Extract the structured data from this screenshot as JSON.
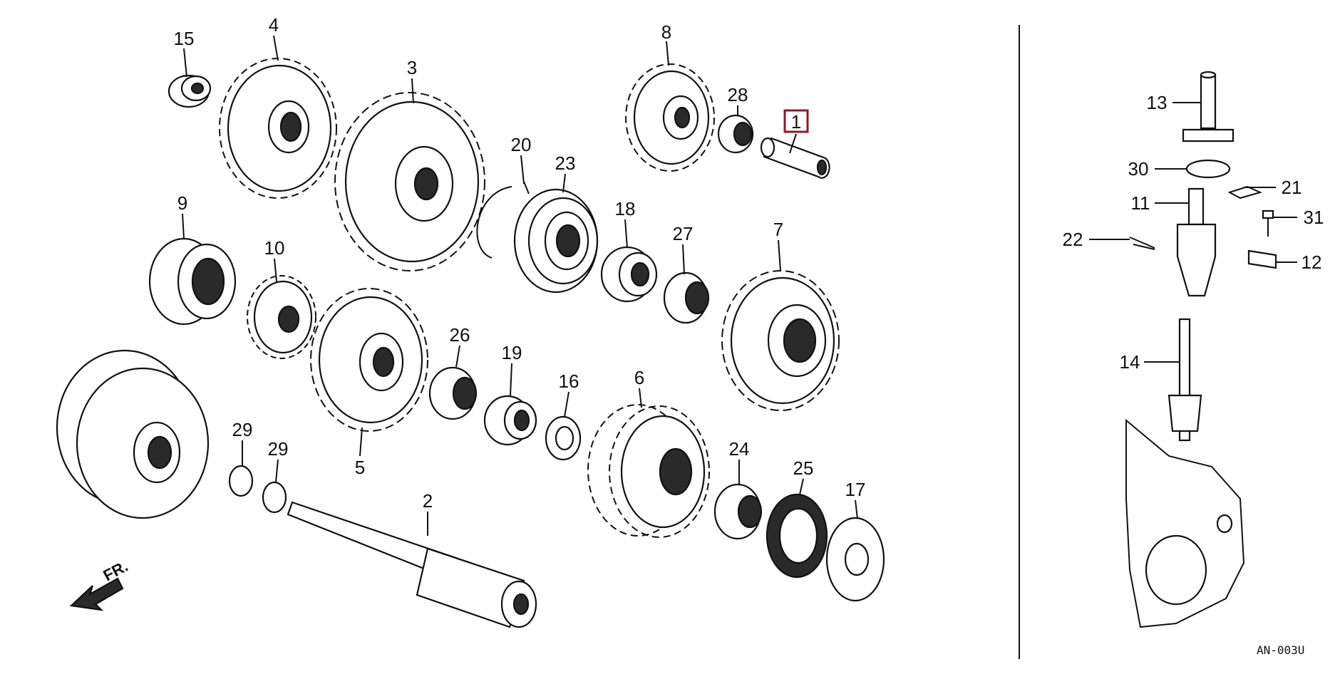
{
  "diagram": {
    "callouts": [
      {
        "id": "c1",
        "label": "1",
        "highlighted": true
      },
      {
        "id": "c2",
        "label": "2"
      },
      {
        "id": "c3",
        "label": "3"
      },
      {
        "id": "c4",
        "label": "4"
      },
      {
        "id": "c5",
        "label": "5"
      },
      {
        "id": "c6",
        "label": "6"
      },
      {
        "id": "c7",
        "label": "7"
      },
      {
        "id": "c8",
        "label": "8"
      },
      {
        "id": "c9",
        "label": "9"
      },
      {
        "id": "c10",
        "label": "10"
      },
      {
        "id": "c11",
        "label": "11"
      },
      {
        "id": "c12",
        "label": "12"
      },
      {
        "id": "c13",
        "label": "13"
      },
      {
        "id": "c14",
        "label": "14"
      },
      {
        "id": "c15",
        "label": "15"
      },
      {
        "id": "c16",
        "label": "16"
      },
      {
        "id": "c17",
        "label": "17"
      },
      {
        "id": "c18",
        "label": "18"
      },
      {
        "id": "c19",
        "label": "19"
      },
      {
        "id": "c20",
        "label": "20"
      },
      {
        "id": "c21",
        "label": "21"
      },
      {
        "id": "c22",
        "label": "22"
      },
      {
        "id": "c23",
        "label": "23"
      },
      {
        "id": "c24",
        "label": "24"
      },
      {
        "id": "c25",
        "label": "25"
      },
      {
        "id": "c26",
        "label": "26"
      },
      {
        "id": "c27",
        "label": "27"
      },
      {
        "id": "c28",
        "label": "28"
      },
      {
        "id": "c29a",
        "label": "29"
      },
      {
        "id": "c29b",
        "label": "29"
      },
      {
        "id": "c30",
        "label": "30"
      },
      {
        "id": "c31",
        "label": "31"
      }
    ],
    "direction_label": "FR.",
    "drawing_code": "AN-003U",
    "colors": {
      "ink": "#111111",
      "highlight": "#8b1a2e",
      "paper": "#ffffff"
    }
  }
}
